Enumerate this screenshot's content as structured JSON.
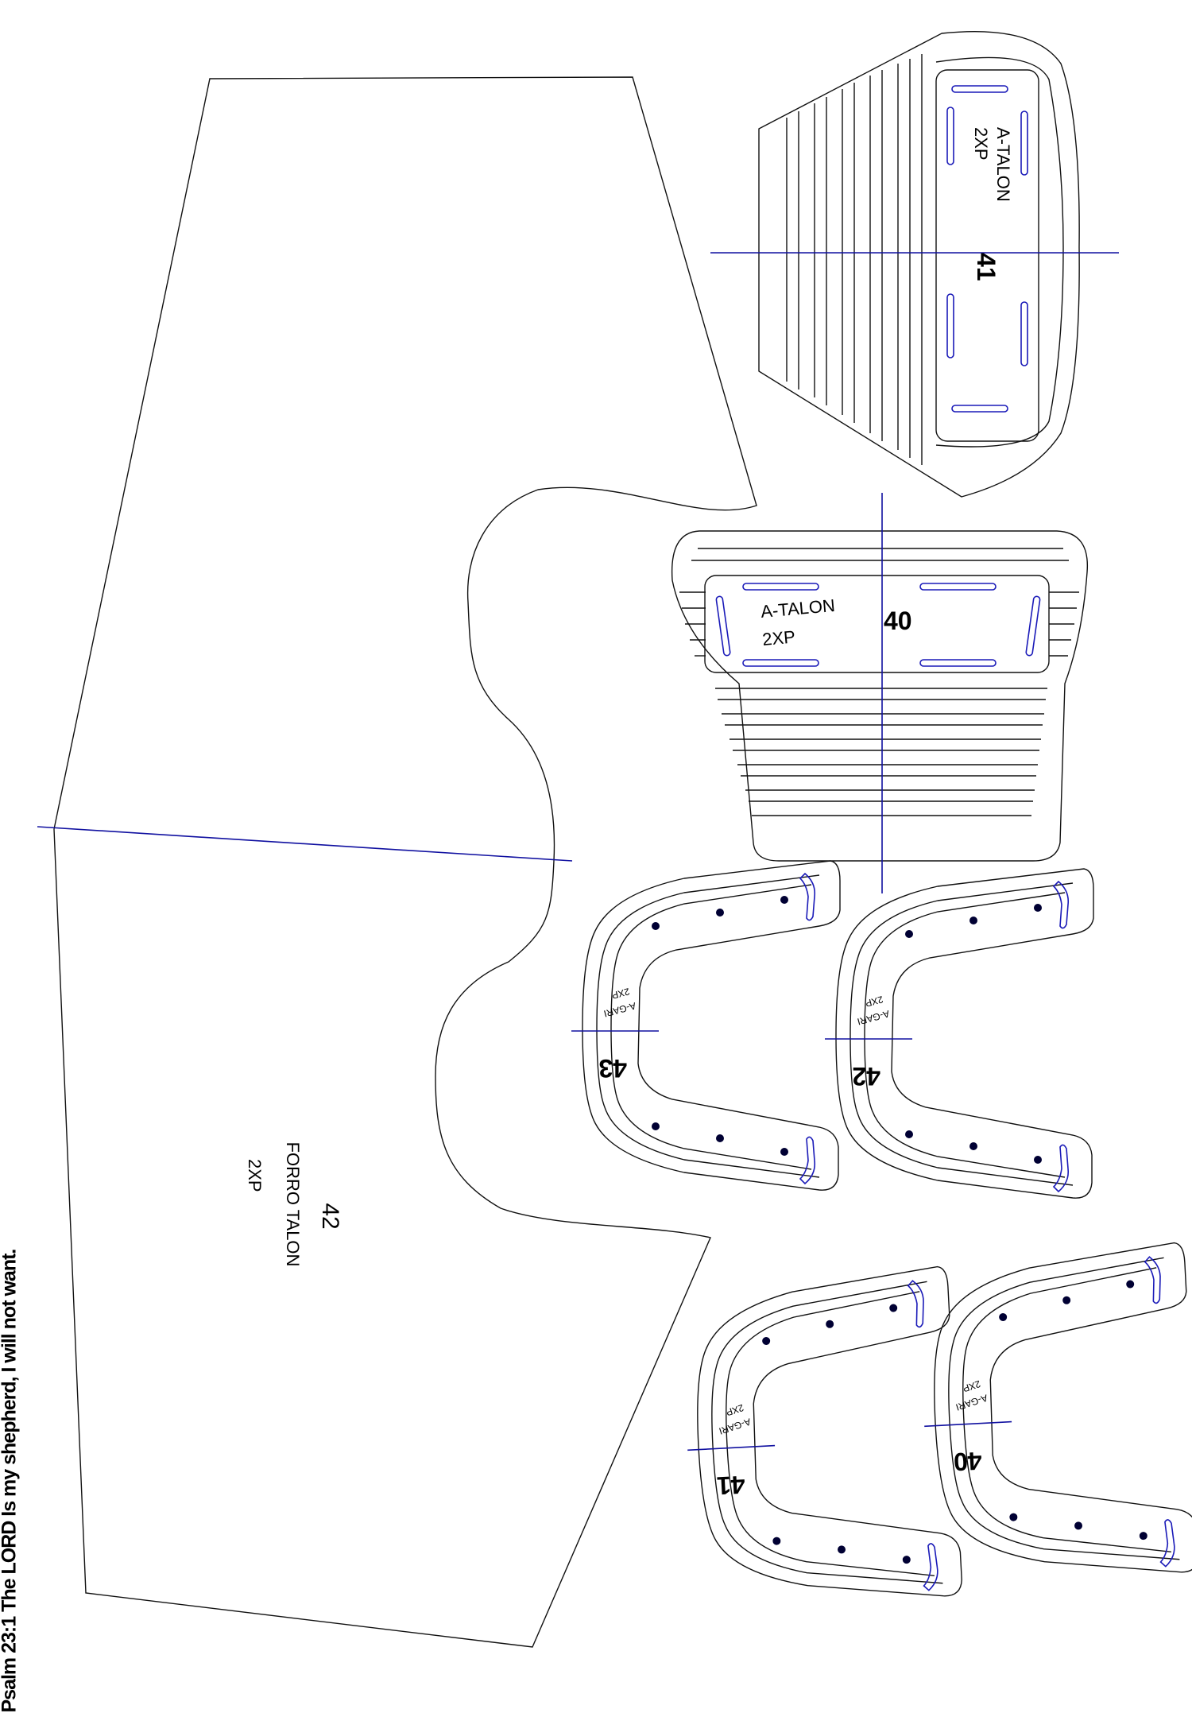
{
  "caption": "Psalm 23:1 The LORD Is my shepherd, I will not want.",
  "pieces": {
    "forro_talon": {
      "number": "42",
      "name": "FORRO TALON",
      "qty": "2XP"
    },
    "a_talon_41": {
      "number": "41",
      "name": "A-TALON",
      "qty": "2XP"
    },
    "a_talon_40": {
      "number": "40",
      "name": "A-TALON",
      "qty": "2XP"
    },
    "a_gari_43": {
      "number": "43",
      "name": "A-GARI",
      "qty": "2XP"
    },
    "a_gari_42": {
      "number": "42",
      "name": "A-GARI",
      "qty": "2XP"
    },
    "a_gari_41": {
      "number": "41",
      "name": "A-GARI",
      "qty": "2XP"
    },
    "a_gari_40": {
      "number": "40",
      "name": "A-GARI",
      "qty": "2XP"
    }
  },
  "colors": {
    "outline": "#111111",
    "guide": "#1a1ab8"
  }
}
